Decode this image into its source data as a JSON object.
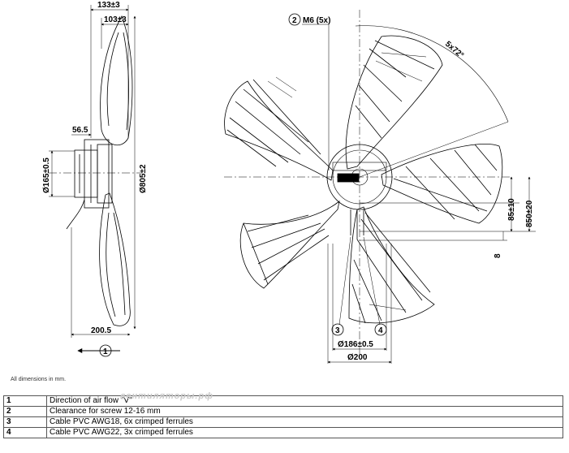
{
  "side_view": {
    "dim_total_depth": "133±3",
    "dim_depth": "103±3",
    "dim_hub_offset": "56.5",
    "dim_hub_diameter": "Ø165±0.5",
    "dim_fan_diameter": "Ø805±2",
    "dim_bottom": "200.5"
  },
  "front_view": {
    "callout_2_label": "M6 (5x)",
    "angle_label": "5x72°",
    "dim_85": "85±10",
    "dim_850": "850±20",
    "dim_8": "8",
    "dim_186": "Ø186±0.5",
    "dim_200": "Ø200"
  },
  "callouts": {
    "c1": "1",
    "c2": "2",
    "c3": "3",
    "c4": "4"
  },
  "note": "All dimensions in mm.",
  "watermark": "вентиляторы.рф",
  "legend": [
    {
      "num": "1",
      "text": "Direction of air flow \"V\""
    },
    {
      "num": "2",
      "text": "Clearance for screw 12-16 mm"
    },
    {
      "num": "3",
      "text": "Cable PVC AWG18, 6x crimped ferrules"
    },
    {
      "num": "4",
      "text": "Cable PVC AWG22, 3x crimped ferrules"
    }
  ]
}
